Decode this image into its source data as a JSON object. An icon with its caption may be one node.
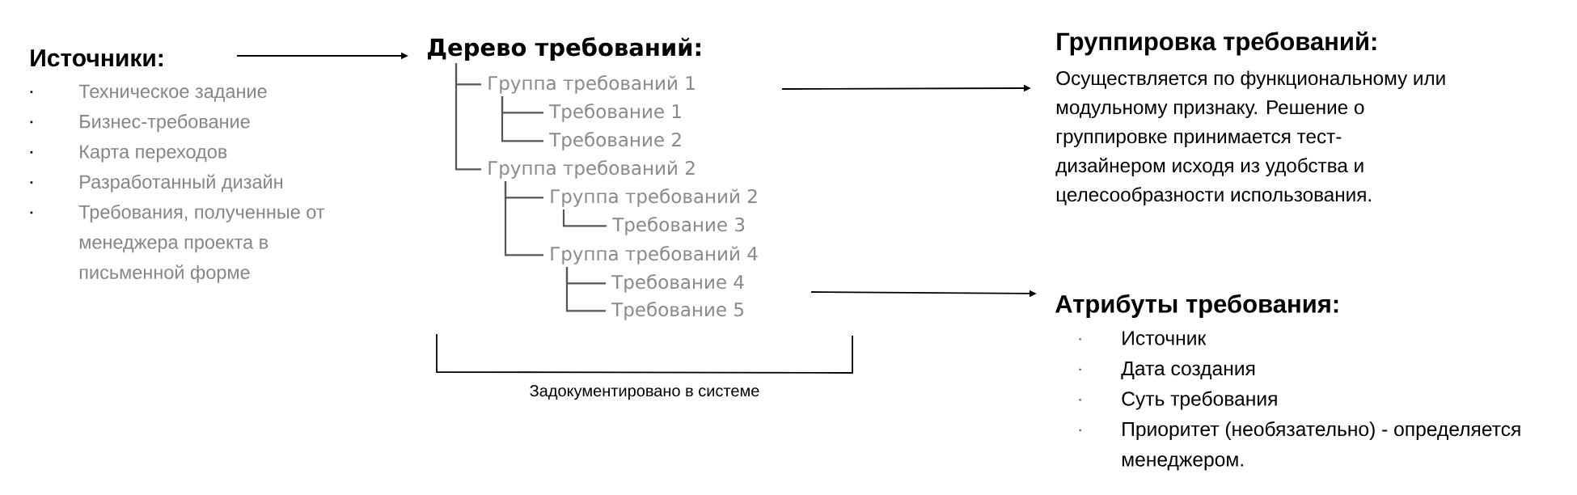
{
  "diagram": {
    "nodes": [
      {
        "text": [
          "Источники:",
          "Техническое задание",
          "Бизнес-требование",
          "Карта переходов",
          "Разработанный дизайн",
          "Требования, полученные от менеджера проекта в письменной форме"
        ]
      },
      {
        "text": [
          "Дерево требований:"
        ]
      },
      {
        "text": [
          "Группа требований 1"
        ]
      },
      {
        "text": [
          "Требование 1"
        ]
      },
      {
        "text": [
          "Требование 2"
        ]
      },
      {
        "text": [
          "Группа требований 2"
        ]
      },
      {
        "text": [
          "Группа требований 2"
        ]
      },
      {
        "text": [
          "Требование 3"
        ]
      },
      {
        "text": [
          "Группа требований 4"
        ]
      },
      {
        "text": [
          "Требование 4"
        ]
      },
      {
        "text": [
          "Требование 5"
        ]
      },
      {
        "text": [
          "Группировка требований:",
          "Осуществляется по функциональному или модульному признаку. Решение о группировке принимается тест-дизайнером исходя из удобства и целесообразности использования."
        ]
      },
      {
        "text": [
          "Атрибуты требования:",
          "Источник",
          "Дата создания",
          "Суть требования",
          "Приоритет (необязательно) - определяется менеджером."
        ]
      }
    ],
    "edges": [
      {
        "from": 0,
        "to": 1,
        "arrow": "to",
        "color": "#000000"
      },
      {
        "from": 1,
        "to": 2,
        "arrow": "none"
      },
      {
        "from": 1,
        "to": 5,
        "arrow": "none"
      },
      {
        "from": 2,
        "to": 3,
        "arrow": "none"
      },
      {
        "from": 2,
        "to": 4,
        "arrow": "none"
      },
      {
        "from": 5,
        "to": 6,
        "arrow": "none"
      },
      {
        "from": 5,
        "to": 8,
        "arrow": "none"
      },
      {
        "from": 6,
        "to": 7,
        "arrow": "none"
      },
      {
        "from": 8,
        "to": 9,
        "arrow": "none"
      },
      {
        "from": 8,
        "to": 10,
        "arrow": "none"
      },
      {
        "from": null,
        "to": 11,
        "arrow": "to",
        "color": "#000000"
      },
      {
        "from": null,
        "to": 12,
        "arrow": "to",
        "color": "#000000"
      }
    ],
    "labels": [
      "Задокументировано в системе"
    ]
  }
}
